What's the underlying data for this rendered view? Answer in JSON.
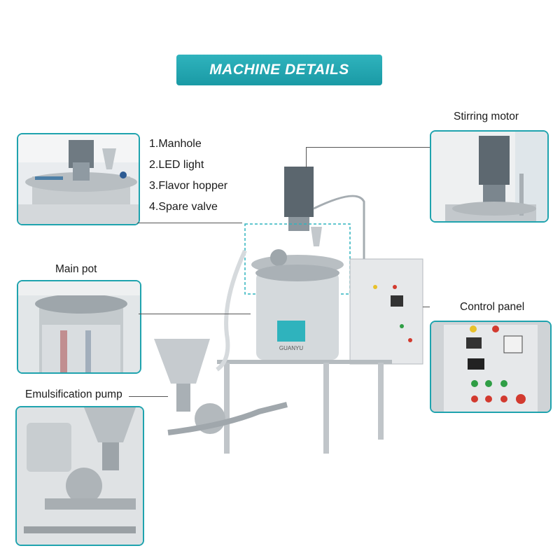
{
  "title": "MACHINE DETAILS",
  "top_left_list": [
    "1.Manhole",
    "2.LED light",
    "3.Flavor hopper",
    "4.Spare valve"
  ],
  "labels": {
    "stirring_motor": "Stirring motor",
    "main_pot": "Main pot",
    "control_panel": "Control panel",
    "emulsification_pump": "Emulsification pump"
  },
  "brand": "GUANYU",
  "colors": {
    "accent": "#1fa3ae",
    "banner": "#23a8b2",
    "panel": "#e8e9ea"
  }
}
